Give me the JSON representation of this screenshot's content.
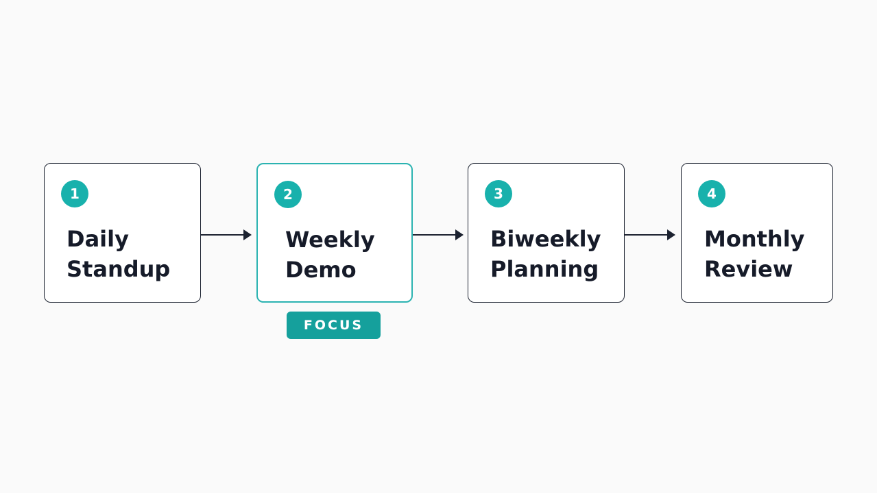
{
  "steps": [
    {
      "number": "1",
      "line1": "Daily",
      "line2": "Standup"
    },
    {
      "number": "2",
      "line1": "Weekly",
      "line2": "Demo"
    },
    {
      "number": "3",
      "line1": "Biweekly",
      "line2": "Planning"
    },
    {
      "number": "4",
      "line1": "Monthly",
      "line2": "Review"
    }
  ],
  "focus_label": "FOCUS",
  "colors": {
    "accent": "#18b1ac",
    "focus_border": "#2bb3b1",
    "focus_tag": "#15a09c",
    "text": "#161b29",
    "border": "#1c2230",
    "background": "#fafafa"
  }
}
